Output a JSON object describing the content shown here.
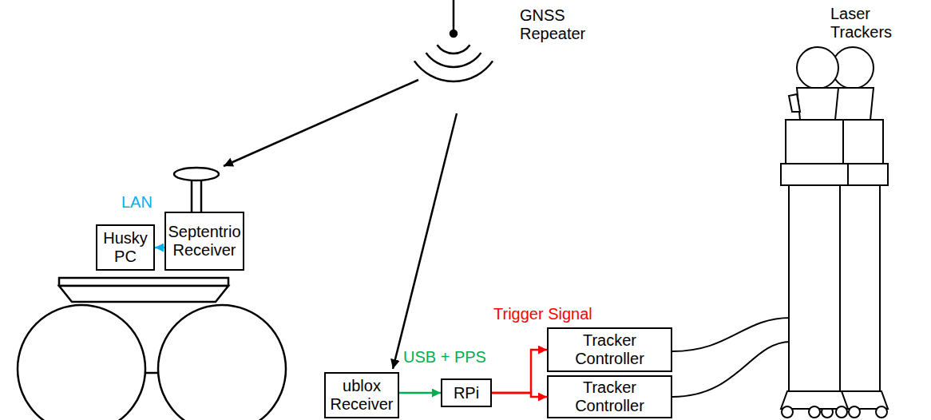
{
  "diagram": {
    "nodes": [
      {
        "text": [
          "Husky PC"
        ]
      },
      {
        "text": [
          "Septentrio Receiver"
        ]
      },
      {
        "text": [
          "ublox Receiver"
        ]
      },
      {
        "text": [
          "RPi"
        ]
      },
      {
        "text": [
          "Tracker Controller"
        ]
      },
      {
        "text": [
          "Tracker Controller"
        ]
      }
    ],
    "edges": [
      {
        "from": 1,
        "to": 0,
        "arrow": "to",
        "label": "LAN"
      },
      {
        "from": 2,
        "to": 3,
        "arrow": "to",
        "label": "USB + PPS"
      },
      {
        "from": 3,
        "to": 4,
        "arrow": "to",
        "label": "Trigger Signal"
      },
      {
        "from": 3,
        "to": 5,
        "arrow": "to"
      }
    ],
    "labels": [
      "GNSS Repeater",
      "Laser Trackers"
    ]
  }
}
